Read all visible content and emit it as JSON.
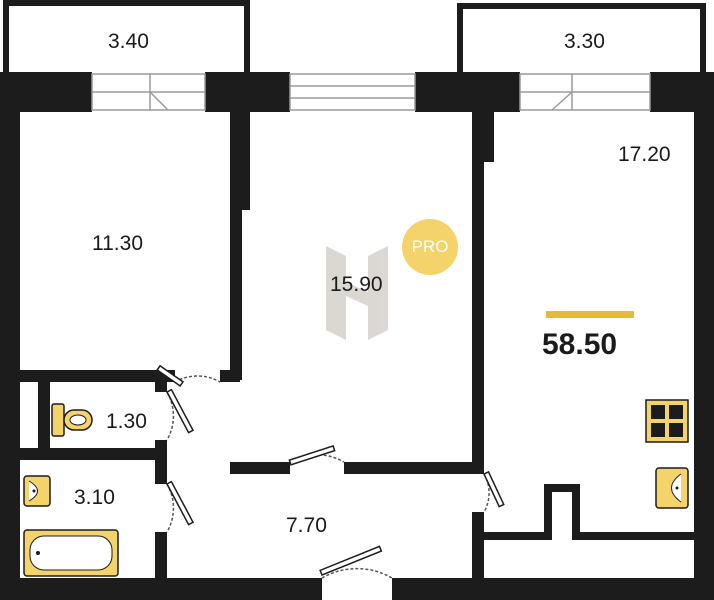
{
  "colors": {
    "wall": "#1c1c1c",
    "accent": "#f4d36a",
    "accent_dark": "#e6b93b",
    "logo": "#d8d4d0",
    "window": "#bdbdbd",
    "door": "#555555"
  },
  "rooms": {
    "balcony_left": "3.40",
    "balcony_right": "3.30",
    "bedroom_left": "11.30",
    "bedroom_center": "15.90",
    "kitchen_living": "17.20",
    "toilet": "1.30",
    "bathroom": "3.10",
    "hallway": "7.70"
  },
  "total_area": "58.50",
  "badge": "PRO",
  "icons": {
    "logo": "h-logo-icon",
    "toilet": "toilet-icon",
    "sink_bath": "sink-icon",
    "bathtub": "bathtub-icon",
    "stove": "stove-icon",
    "sink_kitchen": "kitchen-sink-icon"
  }
}
